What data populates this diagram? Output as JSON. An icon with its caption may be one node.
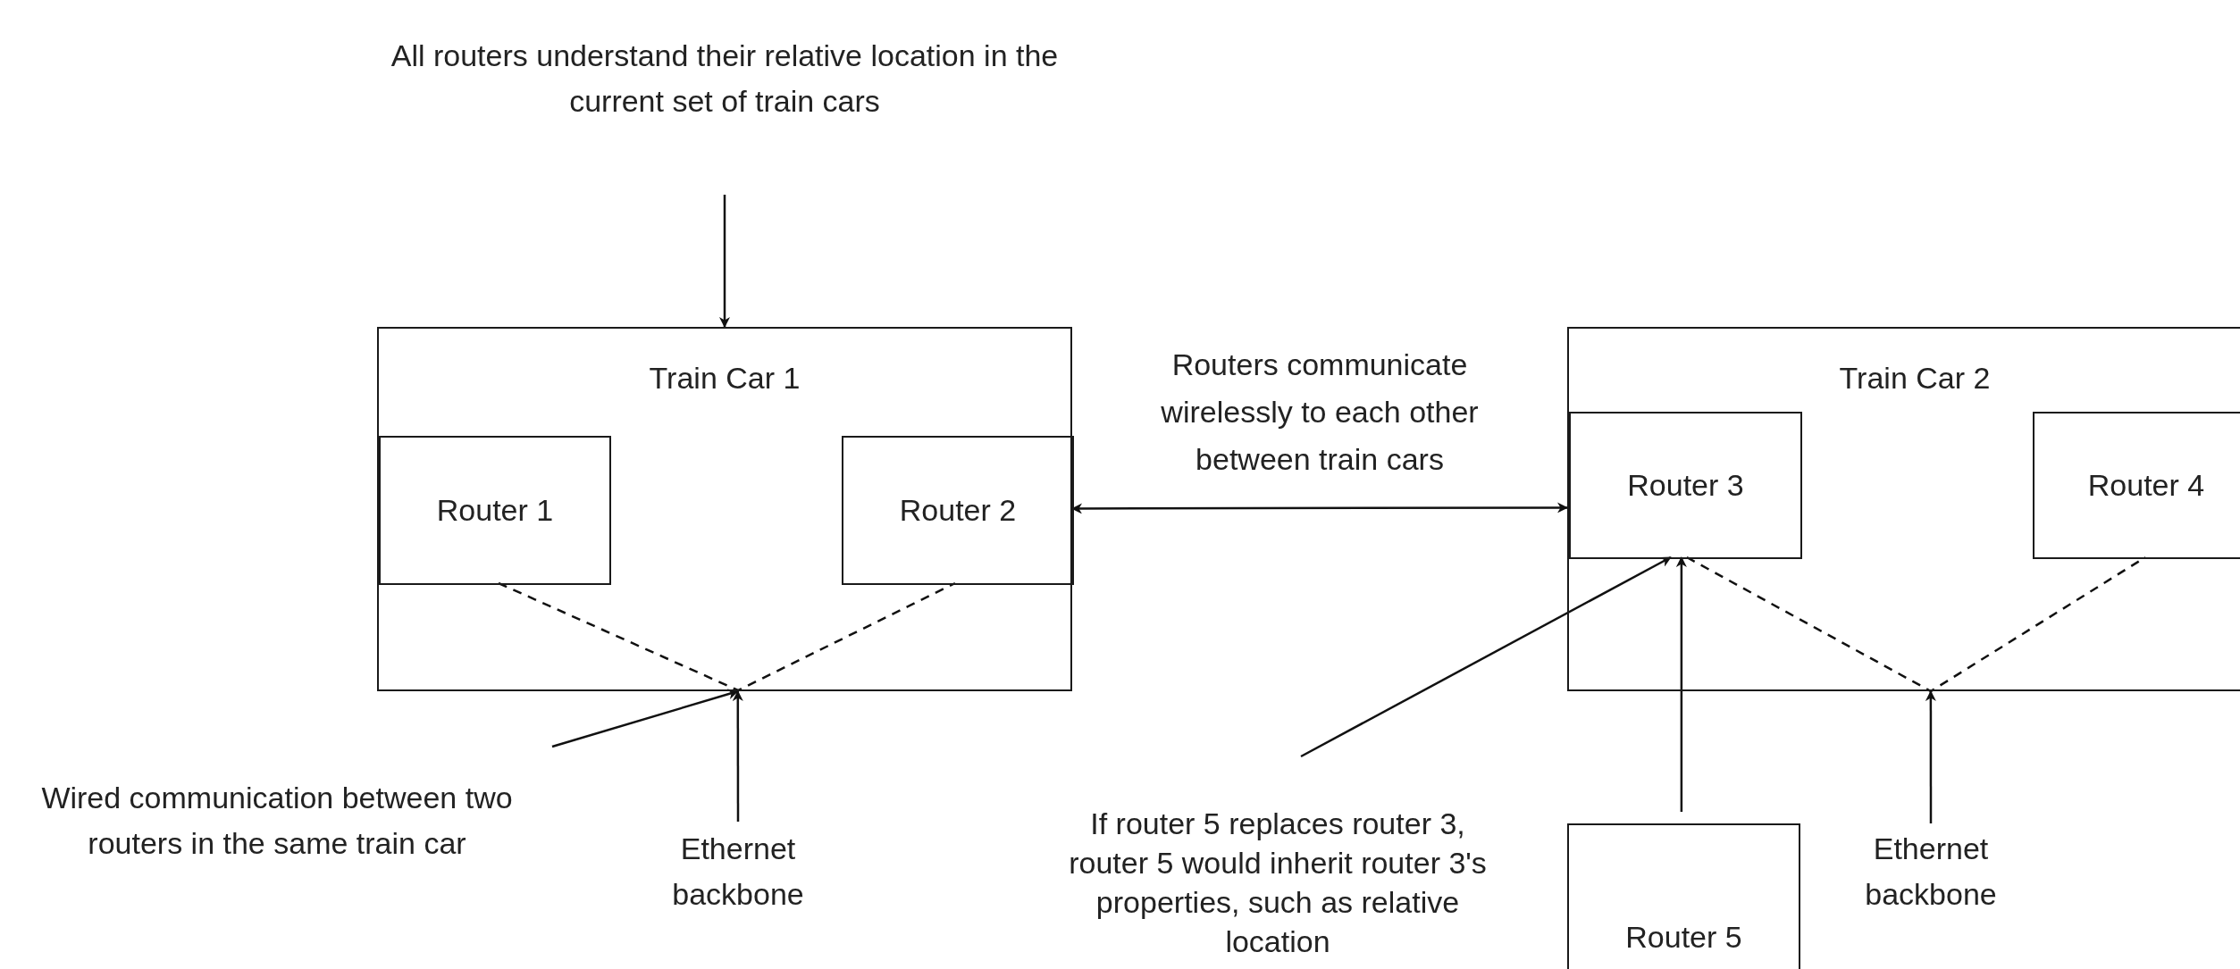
{
  "diagram": {
    "nodes": [
      {
        "text": [
          "All routers understand their relative location in the current set of train cars"
        ]
      },
      {
        "text": [
          "Train Car 1"
        ]
      },
      {
        "text": [
          "Router 1"
        ],
        "in": 1
      },
      {
        "text": [
          "Router 2"
        ],
        "in": 1
      },
      {
        "text": [
          "Train Car 2"
        ]
      },
      {
        "text": [
          "Router 3"
        ],
        "in": 4
      },
      {
        "text": [
          "Router 4"
        ],
        "in": 4
      },
      {
        "text": [
          "Router 5"
        ]
      },
      {
        "text": [
          "Wired communication between two routers in the same train car"
        ]
      },
      {
        "text": [
          "Ethernet backbone"
        ]
      },
      {
        "text": [
          "If router 5 replaces router 3, router 5 would inherit router 3's properties, such as relative location"
        ]
      },
      {
        "text": [
          "Ethernet backbone"
        ]
      }
    ],
    "edges": [
      {
        "from": 0,
        "to": 1,
        "arrow": "to"
      },
      {
        "from": 3,
        "to": 5,
        "arrow": "both",
        "label": "Routers communicate wirelessly to each other between train cars"
      },
      {
        "from": 2,
        "to": 3,
        "arrow": "none",
        "style": "dashed"
      },
      {
        "from": 8,
        "to": 1,
        "arrow": "to"
      },
      {
        "from": 9,
        "to": 1,
        "arrow": "to"
      },
      {
        "from": 5,
        "to": 6,
        "arrow": "none",
        "style": "dashed"
      },
      {
        "from": 10,
        "to": 5,
        "arrow": "to"
      },
      {
        "from": 7,
        "to": 5,
        "arrow": "to"
      },
      {
        "from": 11,
        "to": 4,
        "arrow": "to"
      }
    ]
  }
}
